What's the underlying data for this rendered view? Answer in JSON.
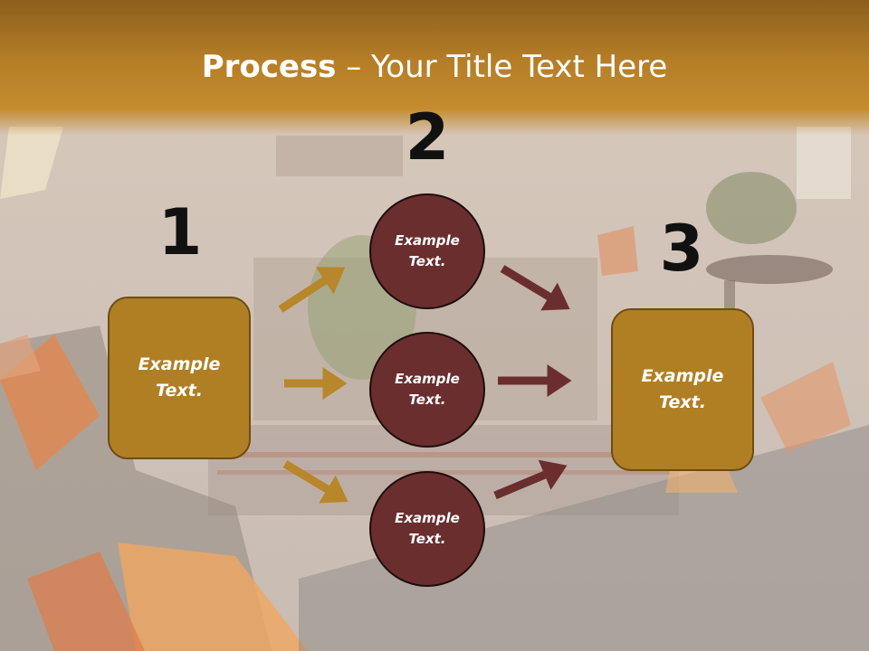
{
  "slide": {
    "title_bold": "Process",
    "title_rest": " – Your Title Text Here",
    "steps": [
      {
        "number": "1",
        "box_text": "Example\nText."
      },
      {
        "number": "2",
        "circles": [
          "Example\nText.",
          "Example\nText.",
          "Example\nText."
        ]
      },
      {
        "number": "3",
        "box_text": "Example\nText."
      }
    ]
  },
  "colors": {
    "header": "#b57e27",
    "box_fill": "#b07f24",
    "circle_fill": "#6b2e2f",
    "arrow_gold": "#b8862b",
    "arrow_maroon": "#6b2e2f"
  }
}
